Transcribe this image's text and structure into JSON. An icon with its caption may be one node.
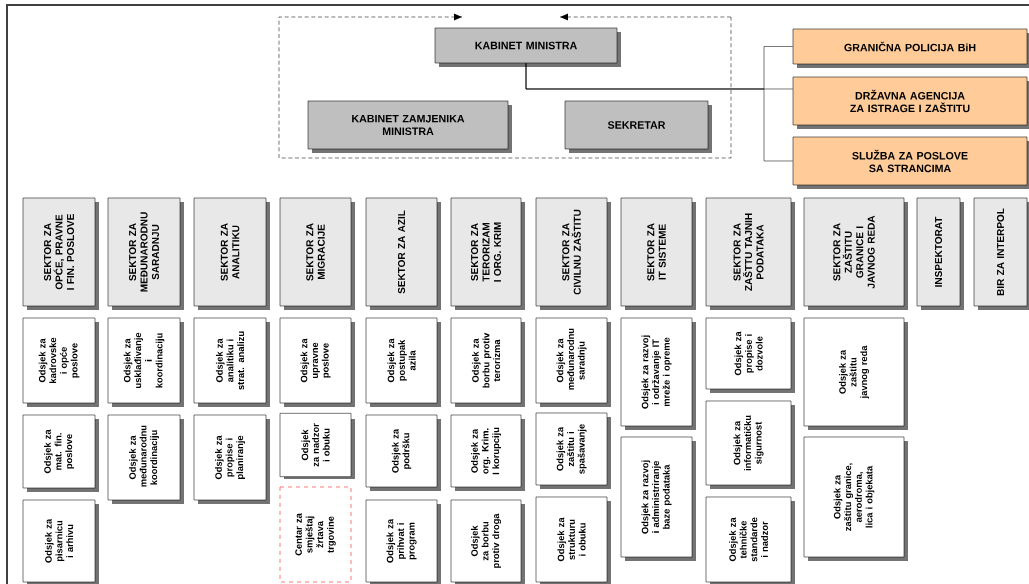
{
  "diagram": {
    "nodes": [
      {
        "text": [],
        "shape": "box"
      },
      {
        "text": [
          "KABINET MINISTRA"
        ],
        "in": 0
      },
      {
        "text": [
          "KABINET ZAMJENIKA MINISTRA"
        ],
        "in": 0
      },
      {
        "text": [
          "SEKRETAR"
        ],
        "in": 0
      },
      {
        "text": [
          "GRANIČNA POLICIJA BiH"
        ]
      },
      {
        "text": [
          "DRŽAVNA AGENCIJA ZA ISTRAGE I ZAŠTITU"
        ]
      },
      {
        "text": [
          "SLUŽBA ZA POSLOVE SA STRANCIMA"
        ]
      },
      {
        "text": [
          "SEKTOR ZA OPĆE, PRAVNE I FIN. POSLOVE"
        ]
      },
      {
        "text": [
          "SEKTOR ZA MEĐUNARODNU SARADNJU"
        ]
      },
      {
        "text": [
          "SEKTOR ZA ANALITIKU"
        ]
      },
      {
        "text": [
          "SEKTOR ZA MIGRACIJE"
        ]
      },
      {
        "text": [
          "SEKTOR ZA AZIL"
        ]
      },
      {
        "text": [
          "SEKTOR ZA TERORIZAM I ORG. KRIM"
        ]
      },
      {
        "text": [
          "SEKTOR ZA CIVILNU ZAŠTITU"
        ]
      },
      {
        "text": [
          "SEKTOR ZA IT SISTEME"
        ]
      },
      {
        "text": [
          "SEKTOR ZA ZAŠTTU TAJNIH PODATAKA"
        ]
      },
      {
        "text": [
          "SEKTOR ZA ZAŠTITU GRANICE I JAVNOG REDA"
        ]
      },
      {
        "text": [
          "INSPEKTORAT"
        ]
      },
      {
        "text": [
          "BIR ZA INTERPOL"
        ]
      },
      {
        "text": [
          "Odsjek za kadrovske i opće poslove"
        ]
      },
      {
        "text": [
          "Odsjek za mat. fin. poslove"
        ]
      },
      {
        "text": [
          "Odsjek za pisarnicu i arhivu"
        ]
      },
      {
        "text": [
          "Odsjek za usklađivanje i koordinaciju"
        ]
      },
      {
        "text": [
          "Odsjek za međunarodnu koordinaciju"
        ]
      },
      {
        "text": [
          "Odsjek za analitiku i strat. analizu"
        ]
      },
      {
        "text": [
          "Odsjek za propise i planiranje"
        ]
      },
      {
        "text": [
          "Odsjek za upravne poslove"
        ]
      },
      {
        "text": [
          "Odsjek za nadzor i obuku"
        ]
      },
      {
        "text": [
          "Centar za smještaj žrtava trgovine"
        ]
      },
      {
        "text": [
          "Odsjek za postupak azila"
        ]
      },
      {
        "text": [
          "Odsjek za podršku"
        ]
      },
      {
        "text": [
          "Odsjek za prihvat i program"
        ]
      },
      {
        "text": [
          "Odsjek za borbu protiv terorizma"
        ]
      },
      {
        "text": [
          "Odsjek za org. Krim. I korupciju"
        ]
      },
      {
        "text": [
          "Odsjek za borbu protiv droga"
        ]
      },
      {
        "text": [
          "Odsjek za međunarodnu saradnju"
        ]
      },
      {
        "text": [
          "Odsjek za zaštitu i spašavanje"
        ]
      },
      {
        "text": [
          "Odsjek za strukturu i obuku"
        ]
      },
      {
        "text": [
          "Odsjek za razvoj i održavanje IT mreže i opreme"
        ]
      },
      {
        "text": [
          "Odsjek za razvoj i administriranje baze podataka"
        ]
      },
      {
        "text": [
          "Odsjek za propise i dozvole"
        ]
      },
      {
        "text": [
          "Odsjek za informatičku sigurnost"
        ]
      },
      {
        "text": [
          "Odsjek za tehničke standarde i nadzor"
        ]
      },
      {
        "text": [
          "Odsjek za zaštitu javnog reda"
        ]
      },
      {
        "text": [
          "Odsjek za zaštitu granice, aerodroma, lica i objekata"
        ]
      }
    ],
    "edges": [
      {
        "from": 1,
        "to": 4,
        "arrow": "none"
      },
      {
        "from": 1,
        "to": 5,
        "arrow": "none"
      },
      {
        "from": 1,
        "to": 6,
        "arrow": "none"
      }
    ]
  }
}
